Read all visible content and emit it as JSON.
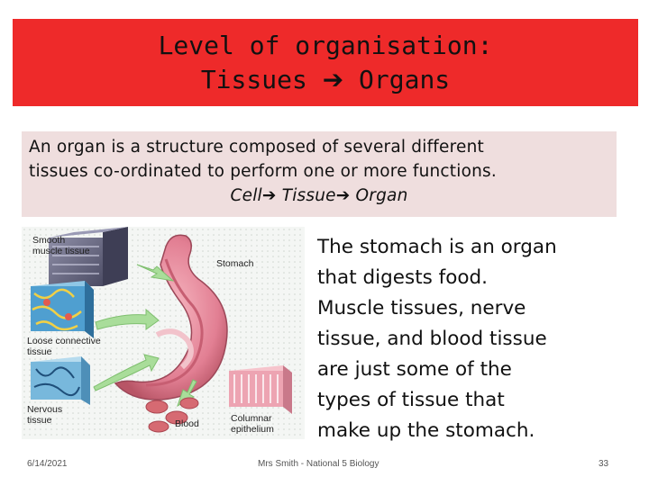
{
  "title": {
    "line1": "Level of organisation:",
    "line2_a": "Tissues",
    "arrow": "➔",
    "line2_b": "Organs"
  },
  "definition": {
    "line1": "An organ is a structure composed of several different",
    "line2": "tissues co-ordinated to perform one or more functions.",
    "flow": {
      "cell": "Cell",
      "tissue": "Tissue",
      "organ": "Organ",
      "arrow": "➔"
    }
  },
  "diagram": {
    "labels": {
      "smooth_line1": "Smooth",
      "smooth_line2": "muscle tissue",
      "stomach": "Stomach",
      "loose_line1": "Loose connective",
      "loose_line2": "tissue",
      "nervous_line1": "Nervous",
      "nervous_line2": "tissue",
      "blood": "Blood",
      "columnar_line1": "Columnar",
      "columnar_line2": "epithelium"
    }
  },
  "body_text": {
    "lines": [
      "The stomach is an organ",
      "that digests food.",
      "Muscle tissues, nerve",
      "tissue, and blood tissue",
      "are just some of the",
      "types of tissue that",
      "make up the stomach."
    ]
  },
  "footer": {
    "date": "6/14/2021",
    "author": "Mrs Smith - National 5 Biology",
    "page": "33"
  }
}
